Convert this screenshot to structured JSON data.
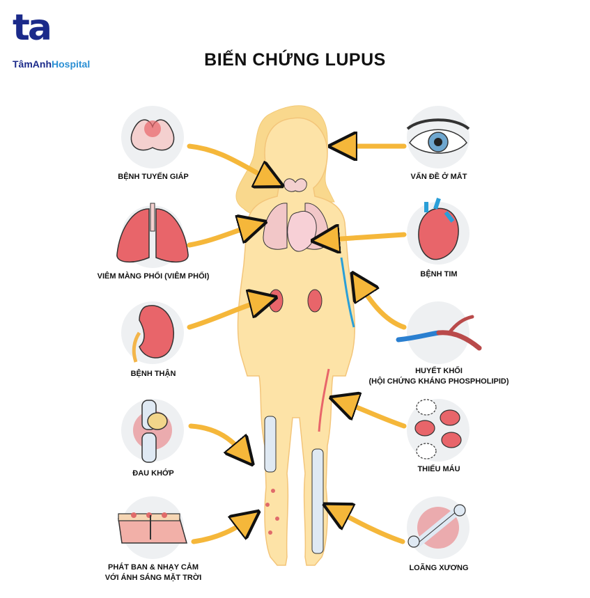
{
  "logo": {
    "mark": "ta",
    "brand_a": "TâmAnh",
    "brand_b": "Hospital"
  },
  "title": "BIẾN CHỨNG LUPUS",
  "left": [
    {
      "label": "BỆNH TUYẾN GIÁP",
      "icon": "thyroid-icon"
    },
    {
      "label": "VIÊM MÀNG PHỔI (VIÊM PHỔI)",
      "icon": "lungs-icon"
    },
    {
      "label": "BỆNH THẬN",
      "icon": "kidney-icon"
    },
    {
      "label": "ĐAU KHỚP",
      "icon": "knee-joint-icon"
    },
    {
      "label_line1": "PHÁT BAN & NHẠY CẢM",
      "label_line2": "VỚI ÁNH SÁNG MẶT TRỜI",
      "icon": "skin-rash-icon"
    }
  ],
  "right": [
    {
      "label": "VẤN ĐỀ Ở MẮT",
      "icon": "eye-icon"
    },
    {
      "label": "BỆNH TIM",
      "icon": "heart-icon"
    },
    {
      "label_line1": "HUYẾT KHỐI",
      "label_line2": "(HỘI CHỨNG KHÁNG PHOSPHOLIPID)",
      "icon": "blood-clot-icon"
    },
    {
      "label": "THIẾU MÁU",
      "icon": "red-blood-cells-icon"
    },
    {
      "label": "LOÃNG XƯƠNG",
      "icon": "bone-icon"
    }
  ],
  "colors": {
    "brand": "#1b2a8a",
    "accent": "#2a8fd4",
    "body": "#fde3a7",
    "arrow": "#f5b73a",
    "organ": "#e8656a",
    "circle_bg": "#eef0f2"
  }
}
